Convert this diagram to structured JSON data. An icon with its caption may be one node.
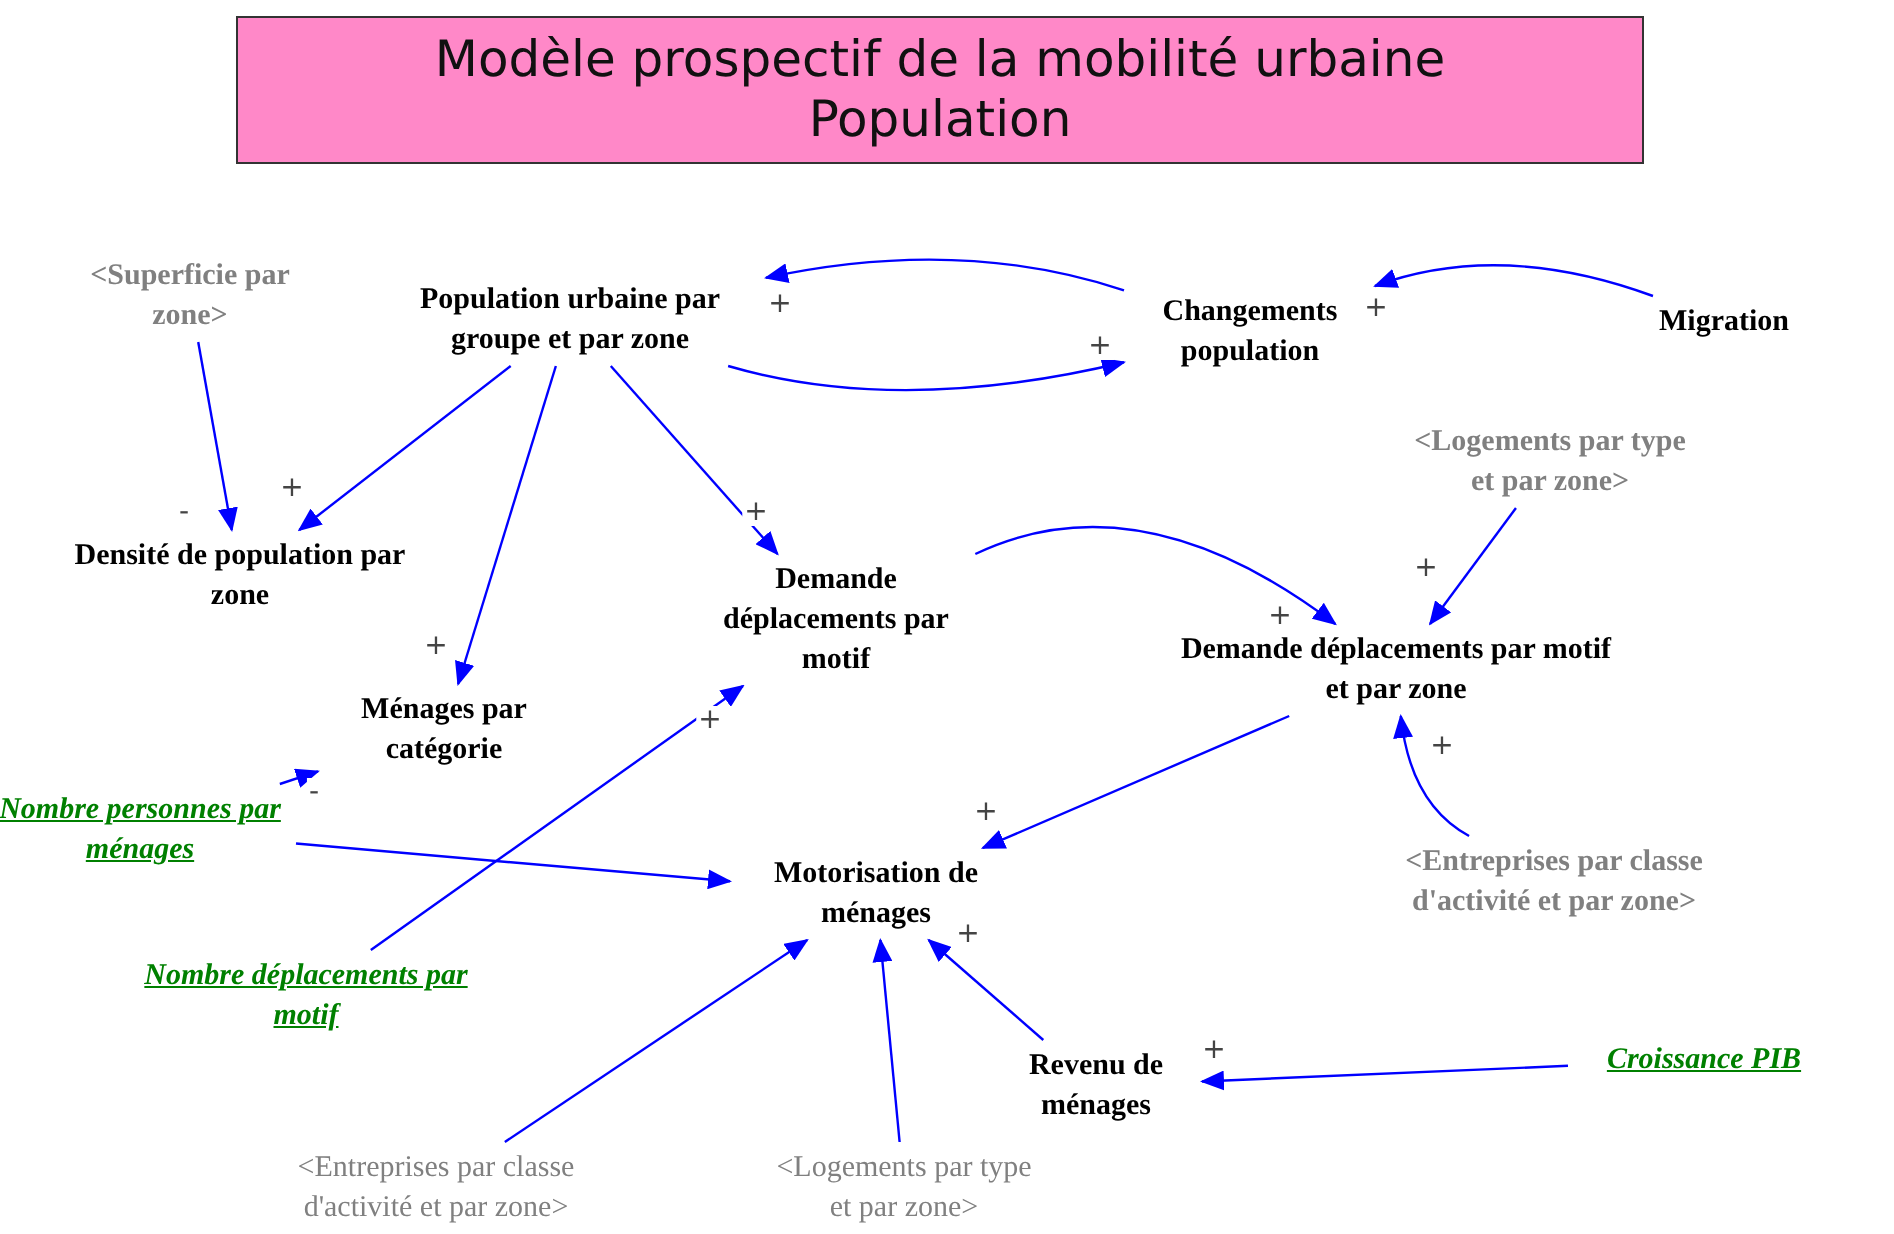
{
  "diagram": {
    "title": "Modèle prospectif de la mobilité urbaine Population",
    "nodes": [
      {
        "text": [
          "Population urbaine par groupe et par zone"
        ]
      },
      {
        "text": [
          "Changements population"
        ]
      },
      {
        "text": [
          "Migration"
        ]
      },
      {
        "text": [
          "<Superficie par zone>"
        ]
      },
      {
        "text": [
          "Densité de population par zone"
        ]
      },
      {
        "text": [
          "Demande déplacements par motif"
        ]
      },
      {
        "text": [
          "<Logements par type et par zone>"
        ]
      },
      {
        "text": [
          "Demande déplacements par motif et par zone"
        ]
      },
      {
        "text": [
          "Ménages par catégorie"
        ]
      },
      {
        "text": [
          "Nombre personnes par ménages"
        ]
      },
      {
        "text": [
          "Motorisation de ménages"
        ]
      },
      {
        "text": [
          "<Entreprises par classe d'activité et par zone>"
        ]
      },
      {
        "text": [
          "Nombre déplacements par motif"
        ]
      },
      {
        "text": [
          "Revenu de ménages"
        ]
      },
      {
        "text": [
          "Croissance PIB"
        ]
      },
      {
        "text": [
          "<Entreprises par classe d'activité et par zone>"
        ]
      },
      {
        "text": [
          "<Logements par type et par zone>"
        ]
      }
    ],
    "edges": [
      {
        "from": 1,
        "to": 0,
        "arrow": "to",
        "label": "+"
      },
      {
        "from": 0,
        "to": 1,
        "arrow": "to",
        "label": "+"
      },
      {
        "from": 2,
        "to": 1,
        "arrow": "to",
        "label": "+"
      },
      {
        "from": 3,
        "to": 4,
        "arrow": "to",
        "label": "-"
      },
      {
        "from": 0,
        "to": 4,
        "arrow": "to",
        "label": "+"
      },
      {
        "from": 0,
        "to": 8,
        "arrow": "to",
        "label": "+"
      },
      {
        "from": 0,
        "to": 5,
        "arrow": "to",
        "label": "+"
      },
      {
        "from": 5,
        "to": 7,
        "arrow": "to",
        "label": "+"
      },
      {
        "from": 6,
        "to": 7,
        "arrow": "to",
        "label": "+"
      },
      {
        "from": 11,
        "to": 7,
        "arrow": "to",
        "label": "+"
      },
      {
        "from": 9,
        "to": 8,
        "arrow": "to",
        "label": "-"
      },
      {
        "from": 12,
        "to": 5,
        "arrow": "to",
        "label": "+"
      },
      {
        "from": 9,
        "to": 10,
        "arrow": "to"
      },
      {
        "from": 7,
        "to": 10,
        "arrow": "to",
        "label": "+"
      },
      {
        "from": 15,
        "to": 10,
        "arrow": "to"
      },
      {
        "from": 16,
        "to": 10,
        "arrow": "to"
      },
      {
        "from": 13,
        "to": 10,
        "arrow": "to",
        "label": "+"
      },
      {
        "from": 14,
        "to": 13,
        "arrow": "to",
        "label": "+"
      }
    ]
  }
}
